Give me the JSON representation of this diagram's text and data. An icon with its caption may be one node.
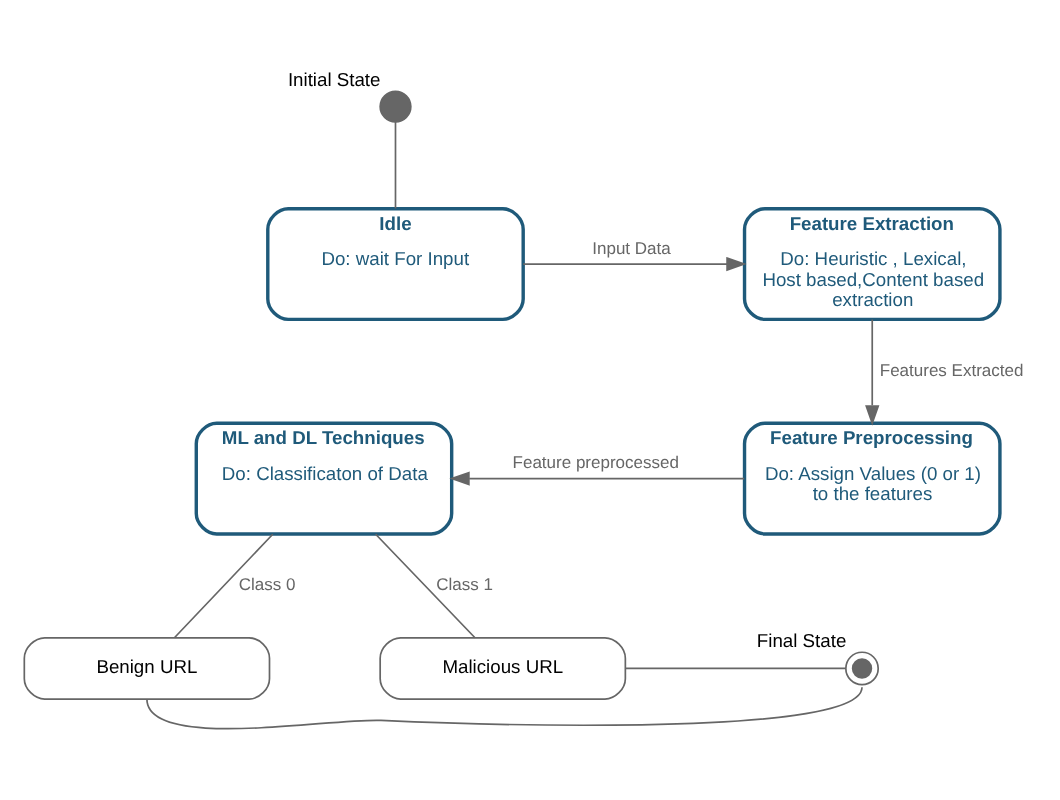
{
  "diagram": {
    "nodes": [
      {
        "text": [],
        "shape": "circle",
        "beside": [
          "Initial State"
        ]
      },
      {
        "text": [
          "Idle",
          "Do: wait For Input"
        ]
      },
      {
        "text": [
          "Feature Extraction",
          "Do: Heuristic , Lexical, Host based,Content based extraction"
        ]
      },
      {
        "text": [
          "Feature Preprocessing",
          "Do: Assign Values (0 or 1) to the features"
        ]
      },
      {
        "text": [
          "ML and DL Techniques",
          "Do: Classificaton of Data"
        ]
      },
      {
        "text": [
          "Benign URL"
        ]
      },
      {
        "text": [
          "Malicious URL"
        ]
      },
      {
        "text": [],
        "shape": "circle",
        "beside": [
          "Final State"
        ]
      }
    ],
    "edges": [
      {
        "from": 0,
        "to": 1,
        "arrow": "none"
      },
      {
        "from": 1,
        "to": 2,
        "arrow": "to",
        "label": "Input Data"
      },
      {
        "from": 2,
        "to": 3,
        "arrow": "to",
        "label": "Features Extracted"
      },
      {
        "from": 3,
        "to": 4,
        "arrow": "to",
        "label": "Feature preprocessed"
      },
      {
        "from": 4,
        "to": 5,
        "arrow": "none",
        "label": "Class 0"
      },
      {
        "from": 4,
        "to": 6,
        "arrow": "none",
        "label": "Class 1"
      },
      {
        "from": 5,
        "to": 7,
        "arrow": "none"
      },
      {
        "from": 6,
        "to": 7,
        "arrow": "none"
      }
    ]
  }
}
